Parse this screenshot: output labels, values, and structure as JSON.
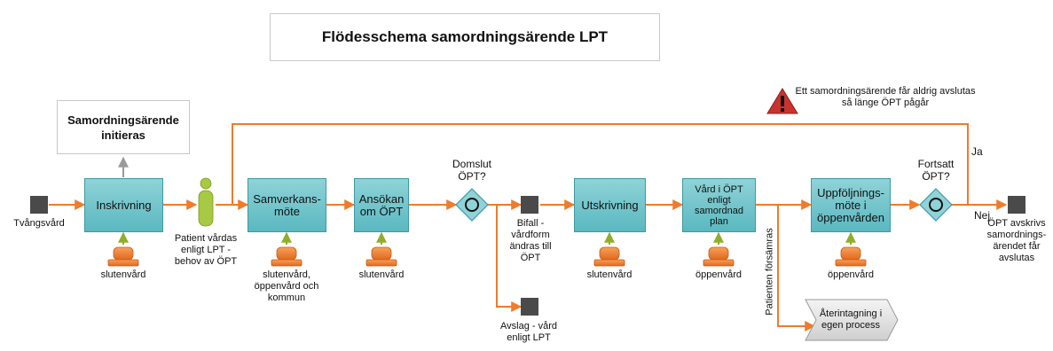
{
  "title": "Flödesschema samordningsärende LPT",
  "initiated_box": "Samordningsärende initieras",
  "warning": "Ett samordningsärende får aldrig avslutas så länge ÖPT pågår",
  "start_label": "Tvångsvård",
  "patient_label": "Patient vårdas enligt LPT - behov av ÖPT",
  "steps": {
    "inskrivning": "Inskrivning",
    "samverkansmote": "Samverkans-möte",
    "ansokan": "Ansökan om ÖPT",
    "utskrivning": "Utskrivning",
    "vard_opt": "Vård i ÖPT enligt samordnad plan",
    "uppfoljning": "Uppföljnings-möte i öppenvården"
  },
  "actors": {
    "inskrivning": "slutenvård",
    "samverkansmote": "slutenvård, öppenvård och kommun",
    "ansokan": "slutenvård",
    "utskrivning": "slutenvård",
    "vard_opt": "öppenvård",
    "uppfoljning": "öppenvård"
  },
  "gateways": {
    "domslut": "Domslut ÖPT?",
    "fortsatt": "Fortsatt ÖPT?"
  },
  "outcomes": {
    "bifall": "Bifall - vårdform ändras till ÖPT",
    "avslag": "Avslag - vård enligt LPT",
    "final": "ÖPT avskrivs samordnings-ärendet får avslutas"
  },
  "flow_labels": {
    "ja": "Ja",
    "nej": "Nej",
    "forsamras": "Patienten försämras"
  },
  "readmission": "Återintagning i egen process",
  "colors": {
    "arrow": "#f07b2b",
    "process_fill": "#6cc3ca",
    "actor": "#f07b2b",
    "patient": "#a7c943",
    "warning": "#c8322f"
  }
}
